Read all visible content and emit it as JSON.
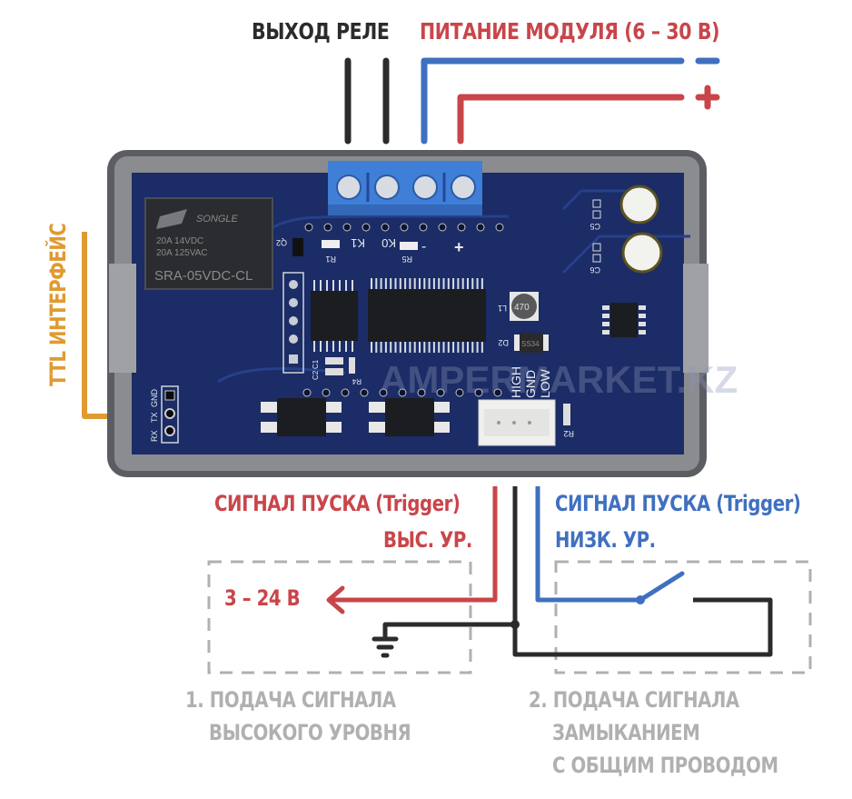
{
  "labels": {
    "relay_output": "ВЫХОД РЕЛЕ",
    "module_power": "ПИТАНИЕ МОДУЛЯ (6 – 30 В)",
    "power_minus": "–",
    "power_plus": "+",
    "ttl_interface": "TTL ИНТЕРФЕЙС",
    "trigger_high_line1": "СИГНАЛ ПУСКА (Trigger)",
    "trigger_high_line2": "ВЫС. УР.",
    "trigger_low_line1": "СИГНАЛ ПУСКА (Trigger)",
    "trigger_low_line2": "НИЗК. УР.",
    "voltage_range": "3 – 24 В",
    "method1_line1": "1. ПОДАЧА СИГНАЛА",
    "method1_line2": "ВЫСОКОГО УРОВНЯ",
    "method2_line1": "2. ПОДАЧА СИГНАЛА",
    "method2_line2": "ЗАМЫКАНИЕМ",
    "method2_line3": "С ОБЩИМ ПРОВОДОМ"
  },
  "board": {
    "relay": {
      "brand": "SONGLE",
      "rating1": "20A 14VDC",
      "rating2": "20A 125VAC",
      "model": "SRA-05VDC-CL"
    },
    "terminal_labels": [
      "K1",
      "K0",
      "-",
      "+"
    ],
    "component_labels": [
      "Q2",
      "R1",
      "R5",
      "C5",
      "C6",
      "L1",
      "D2",
      "C1",
      "C2",
      "R4",
      "R2"
    ],
    "inductor_marking": "470",
    "diode_marking": "SS34",
    "ttl_pins": [
      "RX",
      "TX",
      "GND"
    ],
    "trigger_pins": [
      "HIGH",
      "GND",
      "LOW"
    ],
    "watermark": "AMPERMARKET.KZ"
  },
  "colors": {
    "red": "#c9454a",
    "blue": "#3f70c0",
    "dark": "#2b2b2b",
    "orange": "#e09a32",
    "grey": "#b0b0b0",
    "pcb": "#1b2f6e",
    "terminal": "#3f7fd8"
  }
}
